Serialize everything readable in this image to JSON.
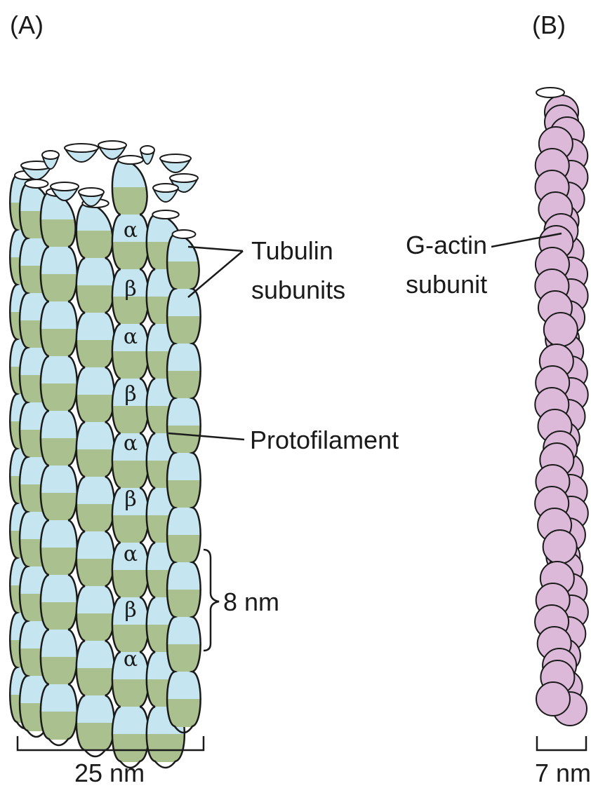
{
  "panels": {
    "a_label": "(A)",
    "b_label": "(B)"
  },
  "microtubule": {
    "tubulin_label_line1": "Tubulin",
    "tubulin_label_line2": "subunits",
    "protofilament_label": "Protofilament",
    "dimer_length_label": "8 nm",
    "width_label": "25 nm",
    "alpha": "α",
    "beta": "β",
    "center_sequence": [
      "α",
      "β",
      "α",
      "β",
      "α",
      "β",
      "α",
      "β",
      "α"
    ]
  },
  "actin": {
    "subunit_label_line1": "G-actin",
    "subunit_label_line2": "subunit",
    "width_label": "7 nm"
  },
  "colors": {
    "alpha_tubulin": "#aac08f",
    "beta_tubulin": "#c5e6f1",
    "actin": "#dcb9d9",
    "outline": "#1a1a1a"
  }
}
